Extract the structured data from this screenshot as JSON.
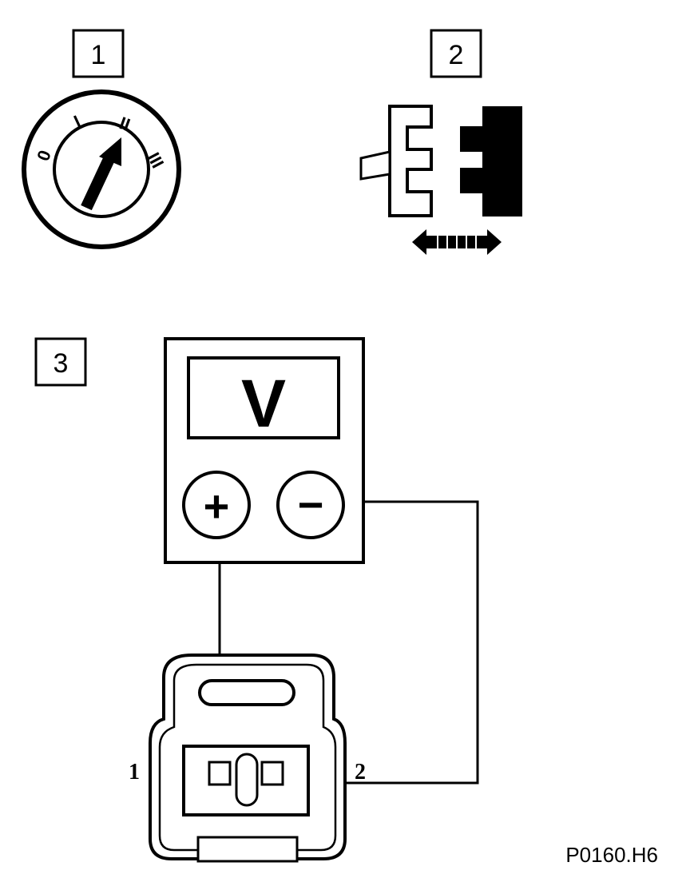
{
  "steps": {
    "one": "1",
    "two": "2",
    "three": "3"
  },
  "ignition": {
    "positions": [
      "0",
      "I",
      "II",
      "III"
    ]
  },
  "meter": {
    "unit": "V",
    "plus": "+",
    "minus": "−"
  },
  "connector": {
    "pin_left": "1",
    "pin_right": "2"
  },
  "reference": "P0160.H6"
}
